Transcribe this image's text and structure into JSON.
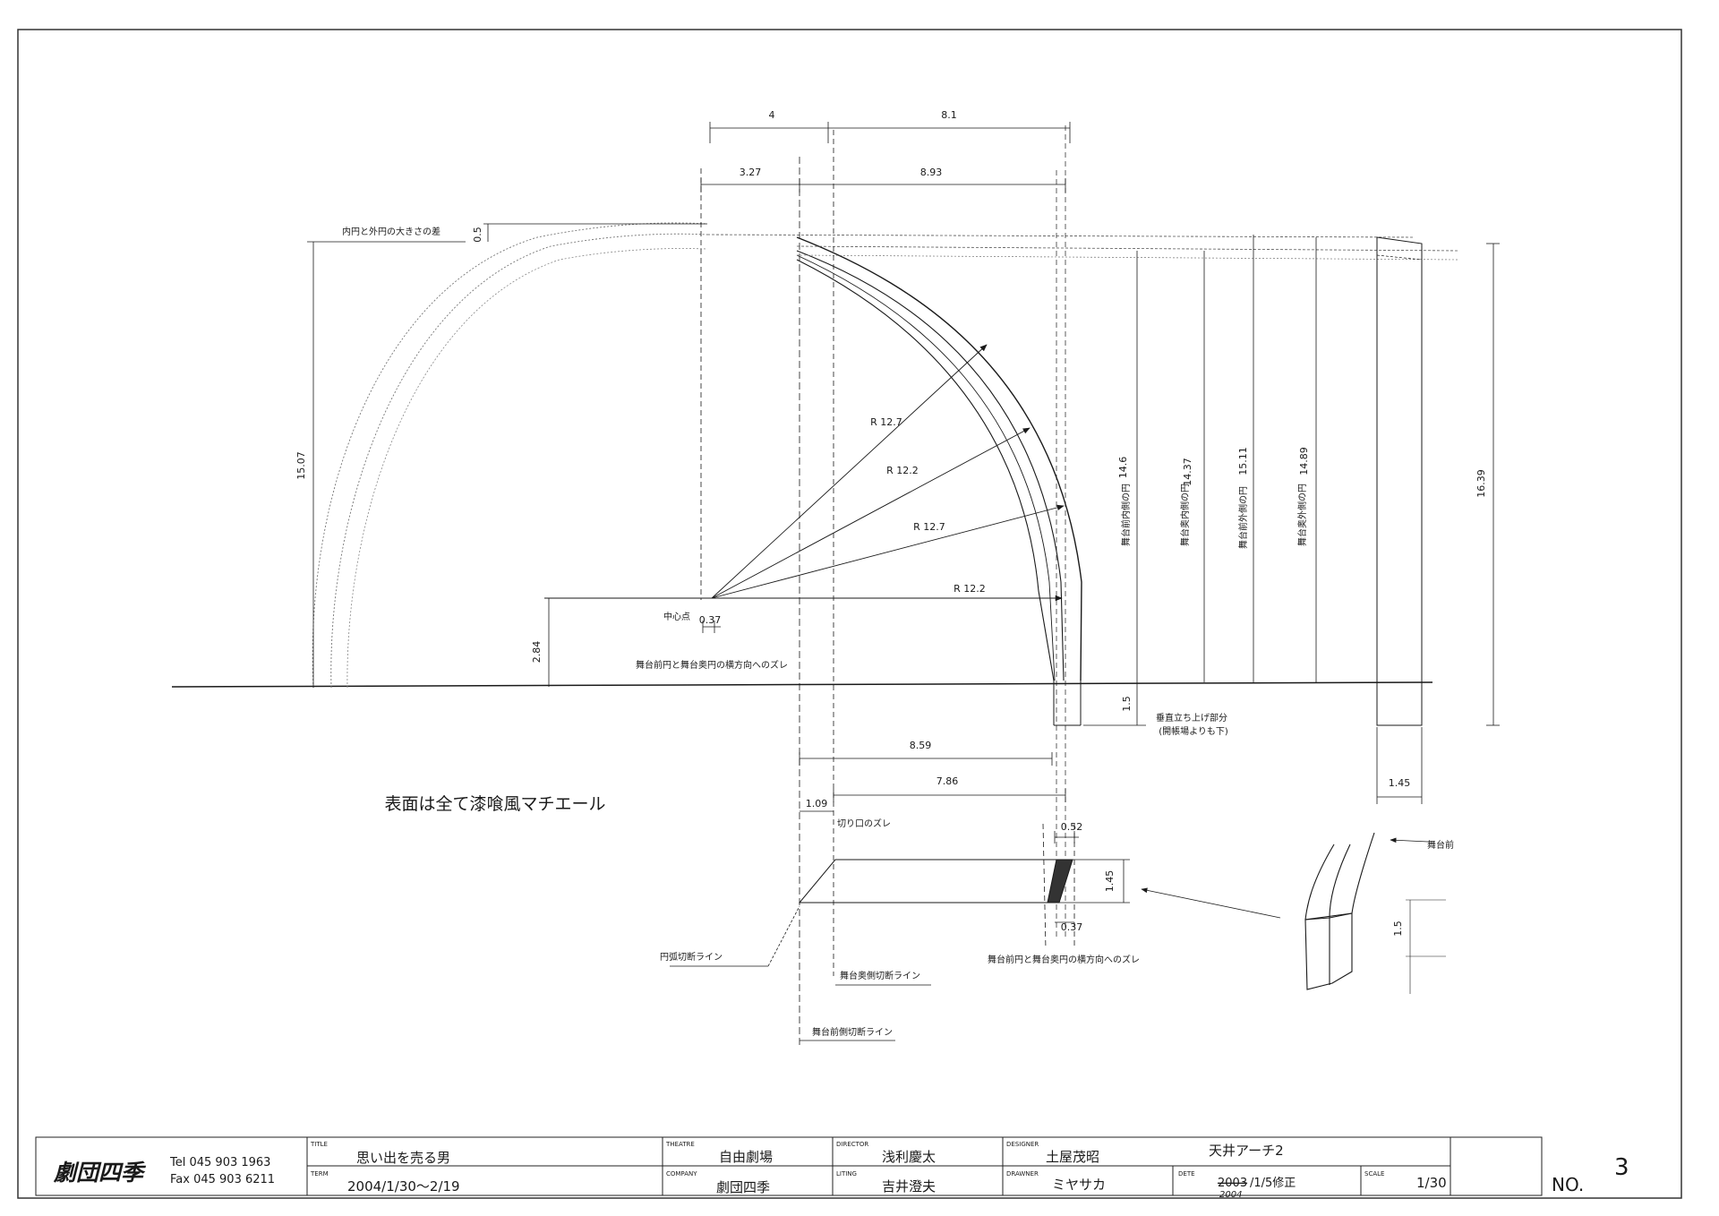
{
  "drawing": {
    "dims": {
      "top_4": "4",
      "top_8_1": "8.1",
      "top_3_27": "3.27",
      "top_8_93": "8.93",
      "gap_0_5": "0.5",
      "left_15_07": "15.07",
      "r1": "R 12.7",
      "r2": "R 12.2",
      "r3": "R 12.7",
      "r4": "R 12.2",
      "d_14_6": "14.6",
      "d_14_37": "14.37",
      "d_15_11": "15.11",
      "d_14_89": "14.89",
      "d_16_39": "16.39",
      "d_2_84": "2.84",
      "d_0_37_a": "0.37",
      "d_1_5": "1.5",
      "d_8_59": "8.59",
      "d_7_86": "7.86",
      "d_1_09": "1.09",
      "d_0_52": "0.52",
      "d_1_45_a": "1.45",
      "d_0_37_b": "0.37",
      "d_1_45_b": "1.45",
      "d_sketch_1_5": "1.5"
    },
    "labels": {
      "inner_outer_diff": "内円と外円の大きさの差",
      "center_point": "中心点",
      "lateral_offset_a": "舞台前円と舞台奥円の横方向へのズレ",
      "lateral_offset_b": "舞台前円と舞台奥円の横方向へのズレ",
      "front_inner": "舞台前内側の円",
      "back_inner": "舞台奥内側の円",
      "front_outer": "舞台前外側の円",
      "back_outer": "舞台奥外側の円",
      "vertical_rise": "垂直立ち上げ部分",
      "vertical_rise_sub": "(開帳場よりも下)",
      "cut_offset": "切り口のズレ",
      "arc_cut_line": "円弧切断ライン",
      "back_cut_line": "舞台奥側切断ライン",
      "front_cut_line": "舞台前側切断ライン",
      "stage_front": "舞台前",
      "surface_note": "表面は全て漆喰風マチエール"
    }
  },
  "title_block": {
    "company_logo": "劇団四季",
    "tel": "Tel  045 903 1963",
    "fax": "Fax 045 903 6211",
    "title_label": "TITLE",
    "title": "思い出を売る男",
    "term_label": "TERM",
    "term": "2004/1/30〜2/19",
    "theatre_label": "THEATRE",
    "theatre": "自由劇場",
    "company_label": "COMPANY",
    "company": "劇団四季",
    "director_label": "DIRECTOR",
    "director": "浅利慶太",
    "liting_label": "LITING",
    "liting": "吉井澄夫",
    "designer_label": "DESIGNER",
    "designer": "土屋茂昭",
    "drawner_label": "DRAWNER",
    "drawner": "ミヤサカ",
    "drawing_name": "天井アーチ2",
    "date_label": "DETE",
    "date_struck": "2003",
    "date_rest": "/1/5修正",
    "date_hand": "2004",
    "scale_label": "SCALE",
    "scale": "1/30",
    "no_label": "NO.",
    "no": "3"
  }
}
